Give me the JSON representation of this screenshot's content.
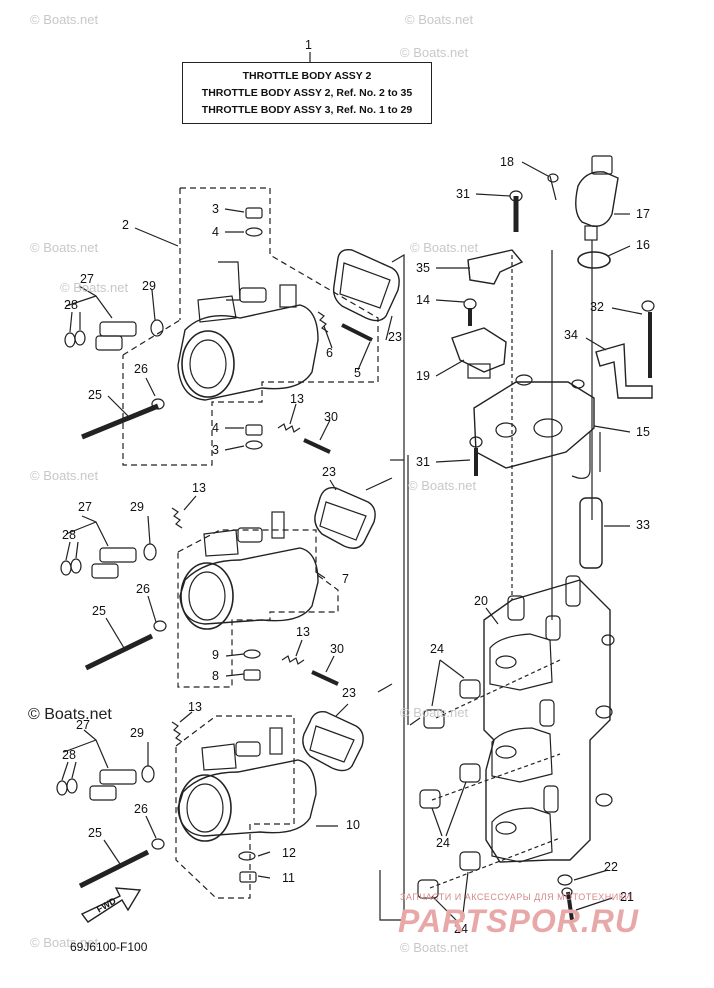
{
  "title_box": {
    "line1": "THROTTLE  BODY ASSY 2",
    "line2": "THROTTLE BODY ASSY 2, Ref. No. 2 to 35",
    "line3": "THROTTLE BODY ASSY 3, Ref. No. 1 to 29"
  },
  "callouts": {
    "c1": "1",
    "c2": "2",
    "c3a": "3",
    "c4a": "4",
    "c27a": "27",
    "c28a": "28",
    "c29a": "29",
    "c23a": "23",
    "c6": "6",
    "c5": "5",
    "c26a": "26",
    "c25a": "25",
    "c13a": "13",
    "c30a": "30",
    "c4b": "4",
    "c3b": "3",
    "c13b": "13",
    "c27b": "27",
    "c28b": "28",
    "c29b": "29",
    "c23b": "23",
    "c7": "7",
    "c26b": "26",
    "c25b": "25",
    "c13c": "13",
    "c30b": "30",
    "c9": "9",
    "c8": "8",
    "c27c": "27",
    "c28c": "28",
    "c29c": "29",
    "c13d": "13",
    "c23c": "23",
    "c26c": "26",
    "c25c": "25",
    "c10": "10",
    "c12": "12",
    "c11": "11",
    "c18": "18",
    "c31a": "31",
    "c17": "17",
    "c16": "16",
    "c35": "35",
    "c14": "14",
    "c32": "32",
    "c34": "34",
    "c19": "19",
    "c15": "15",
    "c31b": "31",
    "c33": "33",
    "c20": "20",
    "c24a": "24",
    "c24b": "24",
    "c24c": "24",
    "c22": "22",
    "c21": "21"
  },
  "watermarks": {
    "w1": "© Boats.net",
    "w2": "© Boats.net",
    "w3": "© Boats.net",
    "w4": "© Boats.net",
    "w5": "© Boats.net",
    "w6": "© Boats.net",
    "w7": "© Boats.net",
    "w8": "© Boats.net",
    "w9": "© Boats.net",
    "w10": "© Boats.net",
    "w11": "© Boats.net"
  },
  "watermark_main": "© Boats.net",
  "fwd_label": "FWD",
  "diagram_code": "69J6100-F100",
  "brand": {
    "tagline": "ЗАПЧАСТИ И АКСЕССУАРЫ ДЛЯ МОТОТЕХНИКИ",
    "name": "PARTSPOR.RU",
    "color": "#e8a8a8"
  }
}
